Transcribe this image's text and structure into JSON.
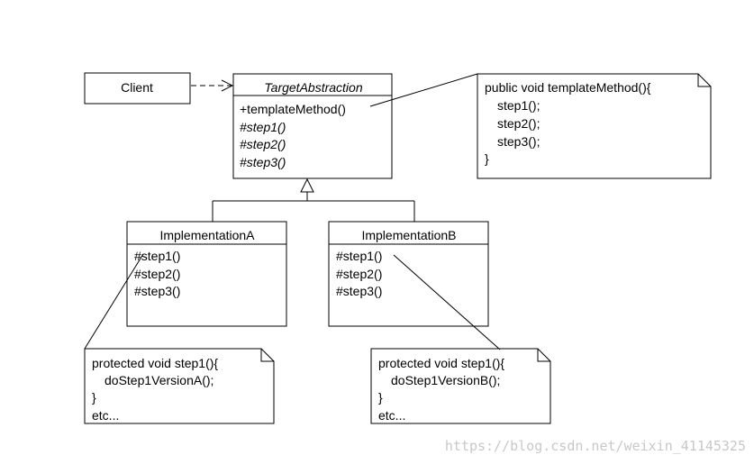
{
  "client": {
    "label": "Client"
  },
  "target": {
    "name": "TargetAbstraction",
    "ops": [
      "+templateMethod()",
      "#step1()",
      "#step2()",
      "#step3()"
    ]
  },
  "note_template": {
    "lines": [
      "public void templateMethod(){",
      "step1();",
      "step2();",
      "step3();",
      "}"
    ]
  },
  "impl_a": {
    "name": "ImplementationA",
    "ops": [
      "#step1()",
      "#step2()",
      "#step3()"
    ]
  },
  "impl_b": {
    "name": "ImplementationB",
    "ops": [
      "#step1()",
      "#step2()",
      "#step3()"
    ]
  },
  "note_a": {
    "lines": [
      "protected void step1(){",
      "doStep1VersionA();",
      "}",
      "etc..."
    ]
  },
  "note_b": {
    "lines": [
      "protected void step1(){",
      "doStep1VersionB();",
      "}",
      "etc..."
    ]
  },
  "watermark": "https://blog.csdn.net/weixin_41145325"
}
